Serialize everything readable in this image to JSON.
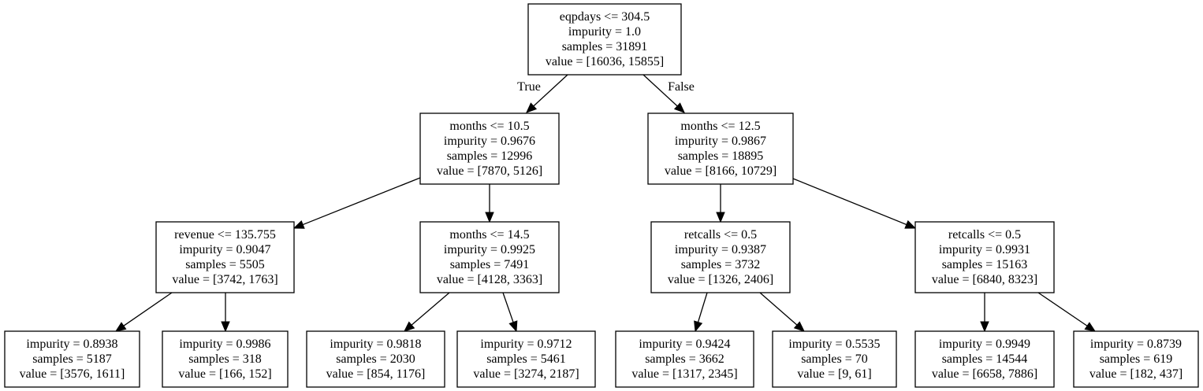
{
  "tree": {
    "nodes": [
      {
        "id": "n0",
        "lines": [
          "eqpdays <= 304.5",
          "impurity = 1.0",
          "samples = 31891",
          "value = [16036, 15855]"
        ]
      },
      {
        "id": "n1",
        "lines": [
          "months <= 10.5",
          "impurity = 0.9676",
          "samples = 12996",
          "value = [7870, 5126]"
        ]
      },
      {
        "id": "n2",
        "lines": [
          "months <= 12.5",
          "impurity = 0.9867",
          "samples = 18895",
          "value = [8166, 10729]"
        ]
      },
      {
        "id": "n3",
        "lines": [
          "revenue <= 135.755",
          "impurity = 0.9047",
          "samples = 5505",
          "value = [3742, 1763]"
        ]
      },
      {
        "id": "n4",
        "lines": [
          "months <= 14.5",
          "impurity = 0.9925",
          "samples = 7491",
          "value = [4128, 3363]"
        ]
      },
      {
        "id": "n5",
        "lines": [
          "retcalls <= 0.5",
          "impurity = 0.9387",
          "samples = 3732",
          "value = [1326, 2406]"
        ]
      },
      {
        "id": "n6",
        "lines": [
          "retcalls <= 0.5",
          "impurity = 0.9931",
          "samples = 15163",
          "value = [6840, 8323]"
        ]
      },
      {
        "id": "n7",
        "lines": [
          "impurity = 0.8938",
          "samples = 5187",
          "value = [3576, 1611]"
        ]
      },
      {
        "id": "n8",
        "lines": [
          "impurity = 0.9986",
          "samples = 318",
          "value = [166, 152]"
        ]
      },
      {
        "id": "n9",
        "lines": [
          "impurity = 0.9818",
          "samples = 2030",
          "value = [854, 1176]"
        ]
      },
      {
        "id": "n10",
        "lines": [
          "impurity = 0.9712",
          "samples = 5461",
          "value = [3274, 2187]"
        ]
      },
      {
        "id": "n11",
        "lines": [
          "impurity = 0.9424",
          "samples = 3662",
          "value = [1317, 2345]"
        ]
      },
      {
        "id": "n12",
        "lines": [
          "impurity = 0.5535",
          "samples = 70",
          "value = [9, 61]"
        ]
      },
      {
        "id": "n13",
        "lines": [
          "impurity = 0.9949",
          "samples = 14544",
          "value = [6658, 7886]"
        ]
      },
      {
        "id": "n14",
        "lines": [
          "impurity = 0.8739",
          "samples = 619",
          "value = [182, 437]"
        ]
      }
    ],
    "edges": [
      {
        "from": "n0",
        "to": "n1",
        "label": "True"
      },
      {
        "from": "n0",
        "to": "n2",
        "label": "False"
      },
      {
        "from": "n1",
        "to": "n3",
        "label": ""
      },
      {
        "from": "n1",
        "to": "n4",
        "label": ""
      },
      {
        "from": "n2",
        "to": "n5",
        "label": ""
      },
      {
        "from": "n2",
        "to": "n6",
        "label": ""
      },
      {
        "from": "n3",
        "to": "n7",
        "label": ""
      },
      {
        "from": "n3",
        "to": "n8",
        "label": ""
      },
      {
        "from": "n4",
        "to": "n9",
        "label": ""
      },
      {
        "from": "n4",
        "to": "n10",
        "label": ""
      },
      {
        "from": "n5",
        "to": "n11",
        "label": ""
      },
      {
        "from": "n5",
        "to": "n12",
        "label": ""
      },
      {
        "from": "n6",
        "to": "n13",
        "label": ""
      },
      {
        "from": "n6",
        "to": "n14",
        "label": ""
      }
    ]
  }
}
